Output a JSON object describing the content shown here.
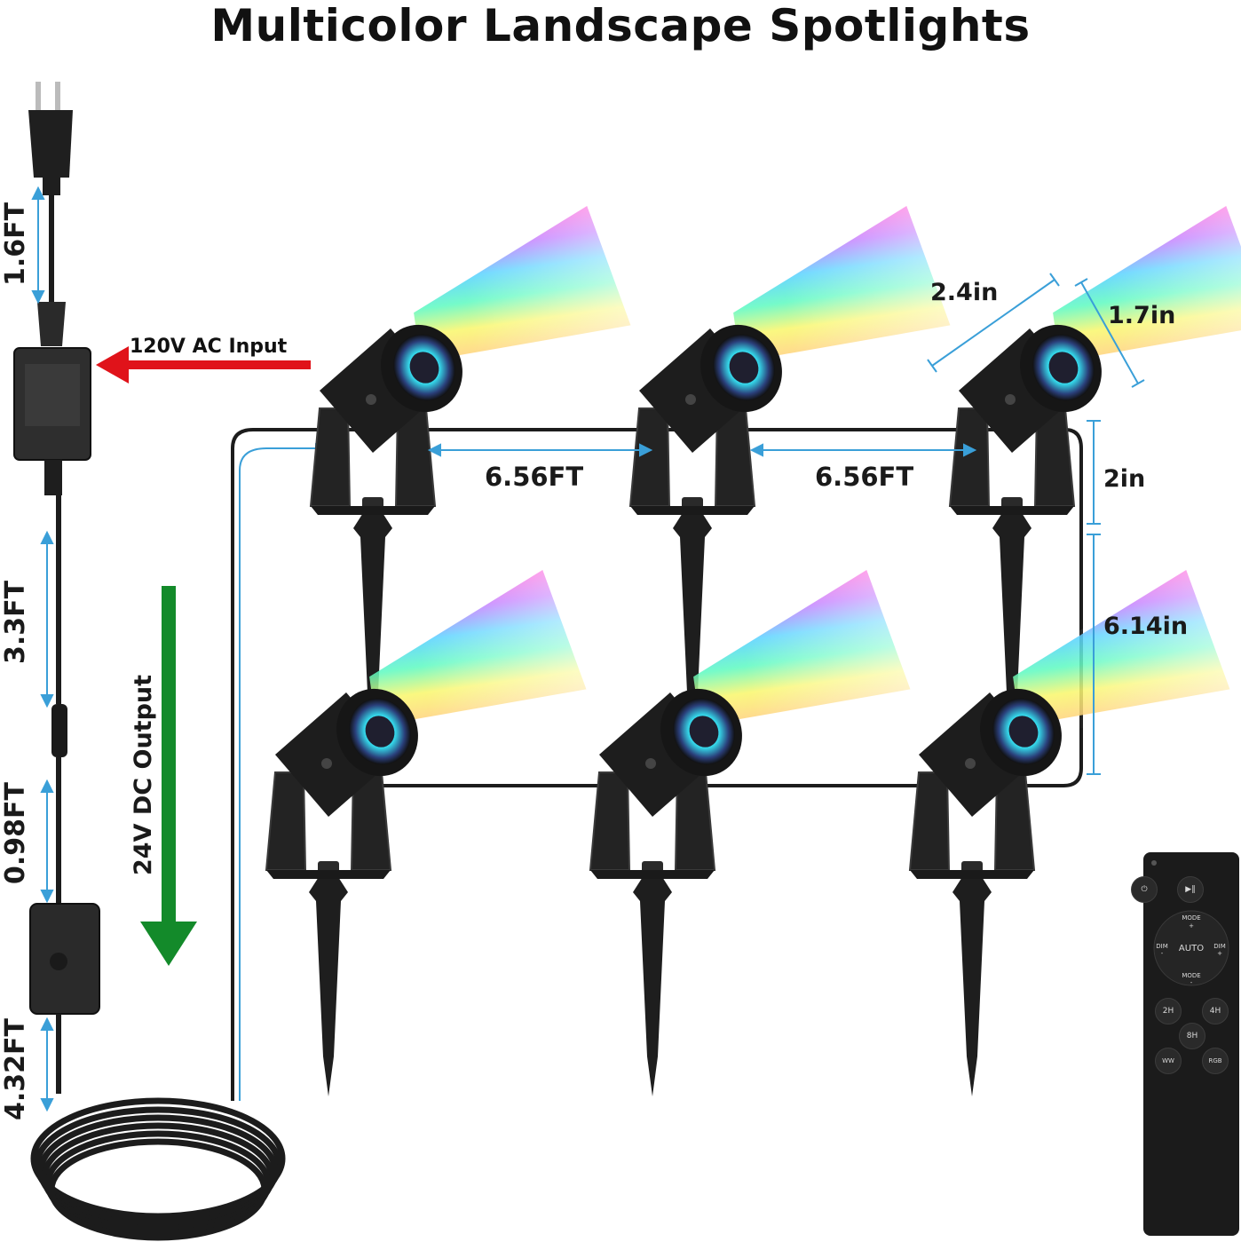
{
  "title": "Multicolor Landscape Spotlights",
  "cable_lengths": {
    "plug_to_adapter": "1.6FT",
    "adapter_to_connector": "3.3FT",
    "connector_to_switch": "0.98FT",
    "switch_to_coil": "4.32FT"
  },
  "labels": {
    "ac_input": "120V AC Input",
    "dc_output": "24V DC Output",
    "spacing_1": "6.56FT",
    "spacing_2": "6.56FT",
    "head_length": "2.4in",
    "head_diameter": "1.7in",
    "bracket_height": "2in",
    "stake_height": "6.14in"
  },
  "remote": {
    "buttons": [
      "MODE",
      "DIM",
      "AUTO",
      "DIM",
      "MODE",
      "2H",
      "4H",
      "8H",
      "WW",
      "RGB"
    ],
    "minus": "-",
    "plus": "+"
  },
  "colors": {
    "dimension_line": "#3a9fd8",
    "ac_arrow": "#e0131a",
    "dc_arrow": "#138a2a",
    "fixture": "#1d1d1d",
    "remote_body": "#1b1b1b"
  }
}
